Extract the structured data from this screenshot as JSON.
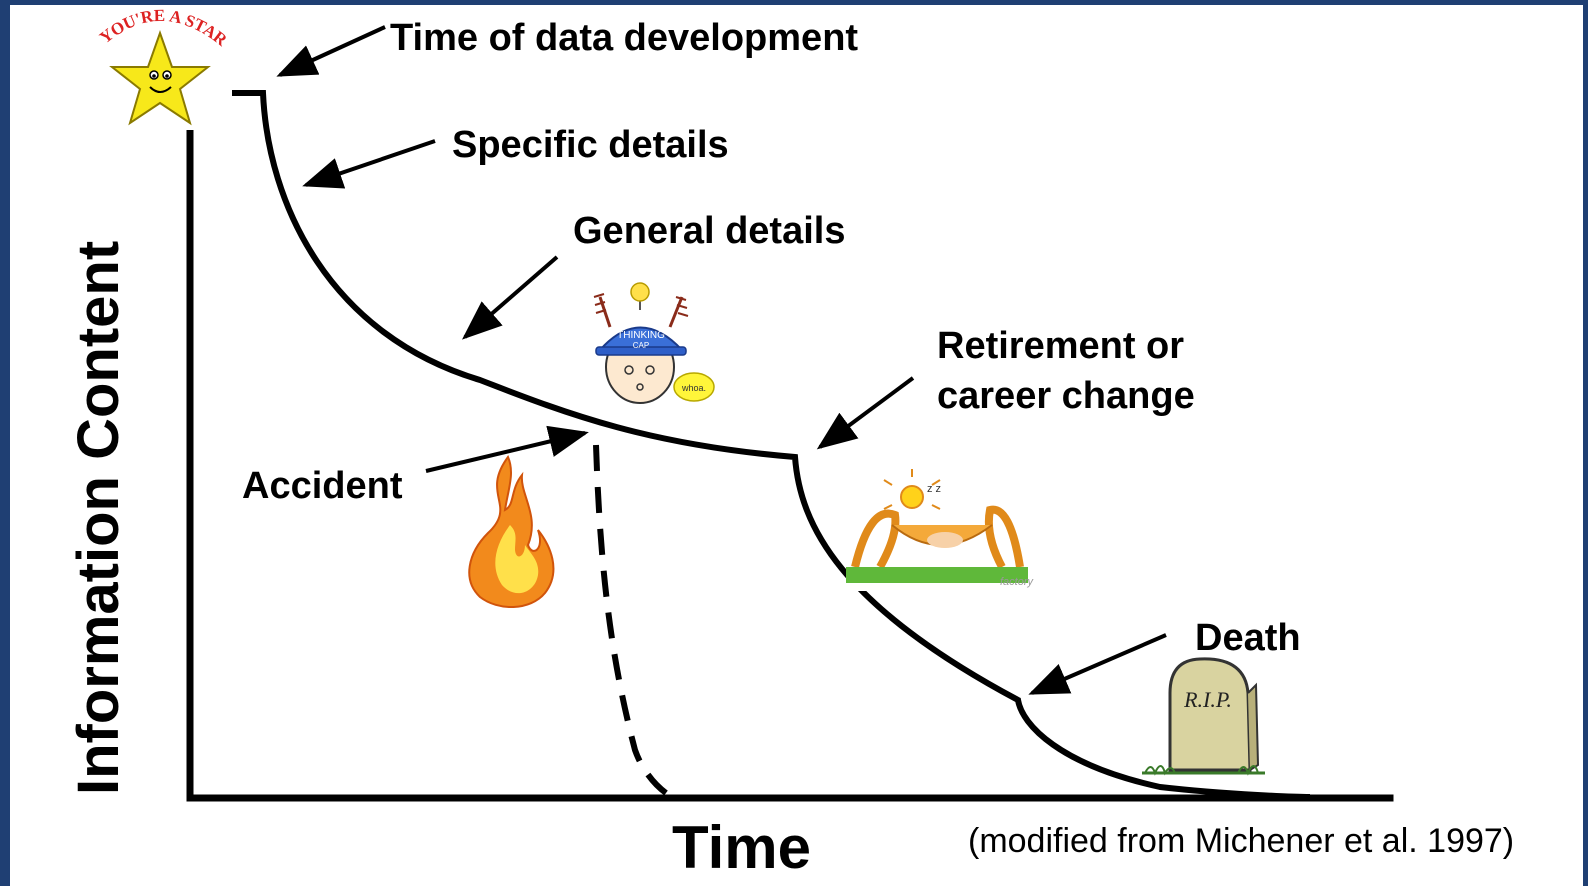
{
  "axes": {
    "y_label": "Information Content",
    "x_label": "Time"
  },
  "annotations": {
    "time_of_data_development": "Time of data development",
    "specific_details": "Specific details",
    "general_details": "General details",
    "retirement_line1": "Retirement or",
    "retirement_line2": "career change",
    "accident": "Accident",
    "death": "Death"
  },
  "credit": "(modified from Michener et al. 1997)",
  "illustrations": {
    "star": {
      "text": "YOU'RE A STAR!",
      "icon": "star-icon"
    },
    "thinking_cap": {
      "text_line1": "THINKING",
      "text_line2": "CAP",
      "bubble": "whoa.",
      "icon": "thinking-cap-icon"
    },
    "fire": {
      "icon": "fire-icon"
    },
    "hammock": {
      "text": "factory",
      "icon": "hammock-icon"
    },
    "tombstone": {
      "text": "R.I.P.",
      "icon": "tombstone-icon"
    }
  },
  "colors": {
    "frame": "#1f3f73",
    "background": "#ffffff",
    "ink": "#000000",
    "star": "#f7e81a",
    "helmet": "#3a6fd8",
    "flame_outer": "#f28a1c",
    "flame_inner": "#ffe04a",
    "grass": "#5fb83a",
    "hammock_frame": "#e08a1a",
    "stone": "#d9d3a0"
  }
}
